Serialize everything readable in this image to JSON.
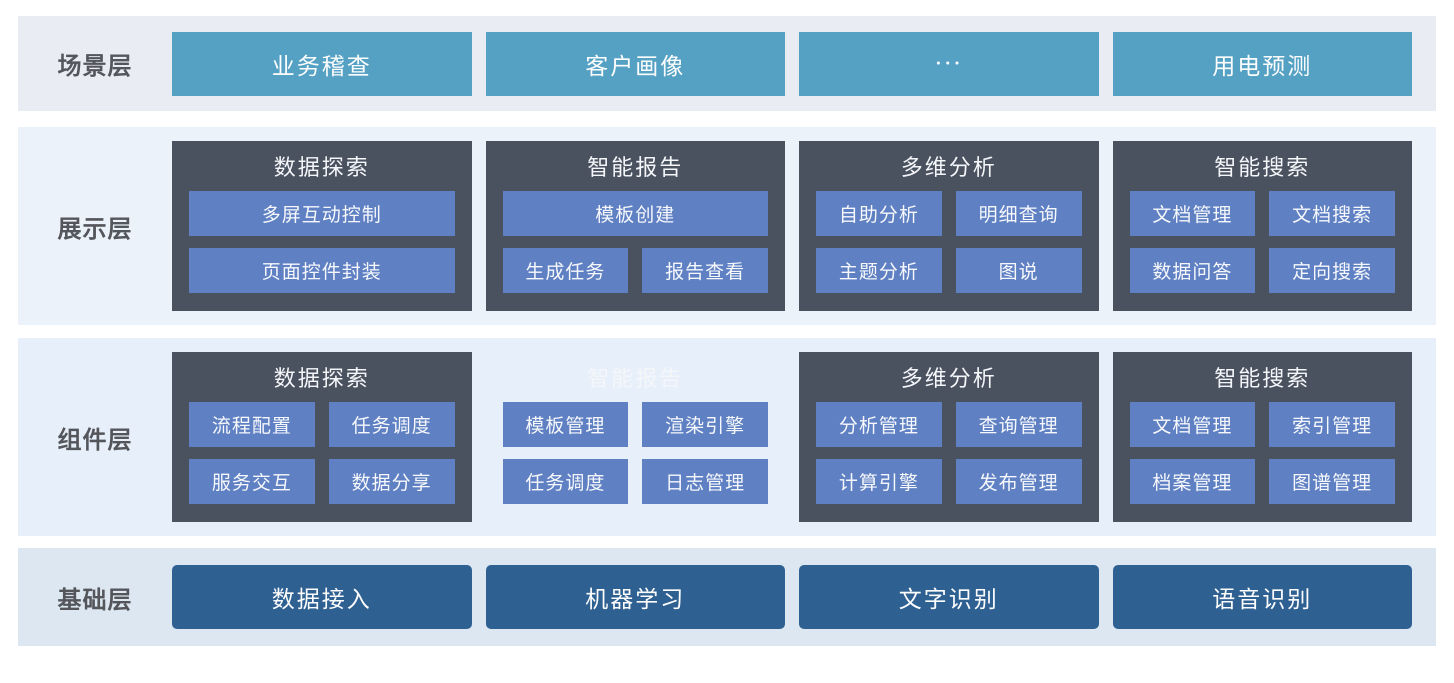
{
  "colors": {
    "scene_box": "#55a1c4",
    "group_box": "#4a5260",
    "item_box": "#5f80c3",
    "base_box": "#2f6092",
    "band1_bg": "#e9ecf3",
    "band2_bg": "#ebf2f9",
    "band3_bg": "#e7f0fa",
    "band4_bg": "#dde7f2",
    "label_text": "#54565b"
  },
  "layers": [
    {
      "label": "场景层",
      "items": [
        "业务稽查",
        "客户画像",
        "···",
        "用电预测"
      ]
    },
    {
      "label": "展示层",
      "groups": [
        {
          "title": "数据探索",
          "rows": [
            [
              "多屏互动控制"
            ],
            [
              "页面控件封装"
            ]
          ]
        },
        {
          "title": "智能报告",
          "rows": [
            [
              "模板创建"
            ],
            [
              "生成任务",
              "报告查看"
            ]
          ]
        },
        {
          "title": "多维分析",
          "rows": [
            [
              "自助分析",
              "明细查询"
            ],
            [
              "主题分析",
              "图说"
            ]
          ]
        },
        {
          "title": "智能搜索",
          "rows": [
            [
              "文档管理",
              "文档搜索"
            ],
            [
              "数据问答",
              "定向搜索"
            ]
          ]
        }
      ]
    },
    {
      "label": "组件层",
      "groups": [
        {
          "title": "数据探索",
          "boxed": true,
          "rows": [
            [
              "流程配置",
              "任务调度"
            ],
            [
              "服务交互",
              "数据分享"
            ]
          ]
        },
        {
          "title": "智能报告",
          "boxed": false,
          "rows": [
            [
              "模板管理",
              "渲染引擎"
            ],
            [
              "任务调度",
              "日志管理"
            ]
          ]
        },
        {
          "title": "多维分析",
          "boxed": true,
          "rows": [
            [
              "分析管理",
              "查询管理"
            ],
            [
              "计算引擎",
              "发布管理"
            ]
          ]
        },
        {
          "title": "智能搜索",
          "boxed": true,
          "rows": [
            [
              "文档管理",
              "索引管理"
            ],
            [
              "档案管理",
              "图谱管理"
            ]
          ]
        }
      ]
    },
    {
      "label": "基础层",
      "items": [
        "数据接入",
        "机器学习",
        "文字识别",
        "语音识别"
      ]
    }
  ]
}
